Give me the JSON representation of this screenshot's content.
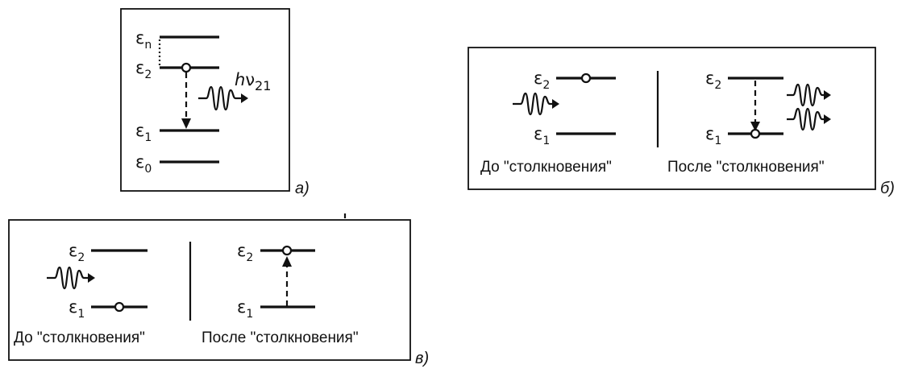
{
  "panel_a": {
    "label": "а)",
    "levels": [
      {
        "symbol": "ε",
        "sub": "n"
      },
      {
        "symbol": "ε",
        "sub": "2"
      },
      {
        "symbol": "ε",
        "sub": "1"
      },
      {
        "symbol": "ε",
        "sub": "0"
      }
    ],
    "photon": {
      "h": "h",
      "nu": "ν",
      "sub": "21"
    }
  },
  "panel_b": {
    "label": "б)",
    "before": {
      "upper": {
        "symbol": "ε",
        "sub": "2"
      },
      "lower": {
        "symbol": "ε",
        "sub": "1"
      },
      "caption": "До \"столкновения\""
    },
    "after": {
      "upper": {
        "symbol": "ε",
        "sub": "2"
      },
      "lower": {
        "symbol": "ε",
        "sub": "1"
      },
      "caption": "После \"столкновения\""
    }
  },
  "panel_c": {
    "label": "в)",
    "before": {
      "upper": {
        "symbol": "ε",
        "sub": "2"
      },
      "lower": {
        "symbol": "ε",
        "sub": "1"
      },
      "caption": "До \"столкновения\""
    },
    "after": {
      "upper": {
        "symbol": "ε",
        "sub": "2"
      },
      "lower": {
        "symbol": "ε",
        "sub": "1"
      },
      "caption": "После \"столкновения\""
    }
  }
}
